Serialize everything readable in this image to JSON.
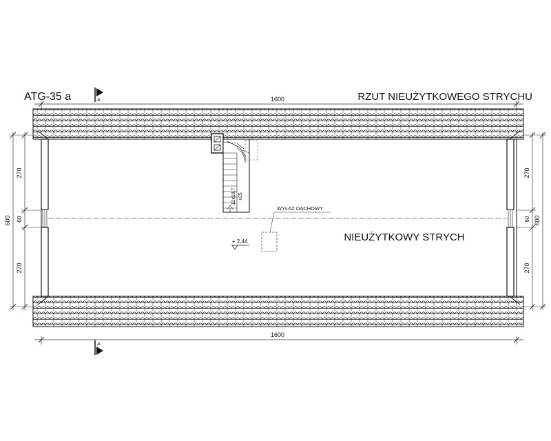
{
  "header": {
    "project_code": "ATG-35 a",
    "drawing_title": "RZUT NIEUŻYTKOWEGO STRYCHU",
    "section_marker": "A"
  },
  "dimensions": {
    "overall_length": "1600",
    "overall_width": "600",
    "wing_width": "270",
    "ridge_strip": "60"
  },
  "stair": {
    "steps_label": "12x18,7",
    "tread_label": "x25"
  },
  "room": {
    "name": "NIEUŻYTKOWY STRYCH",
    "level_mark": "+ 2,44",
    "roof_hatch_label": "WYŁAZ DACHOWY"
  },
  "colors": {
    "line": "#111111",
    "dim": "#333333",
    "background": "#ffffff"
  }
}
